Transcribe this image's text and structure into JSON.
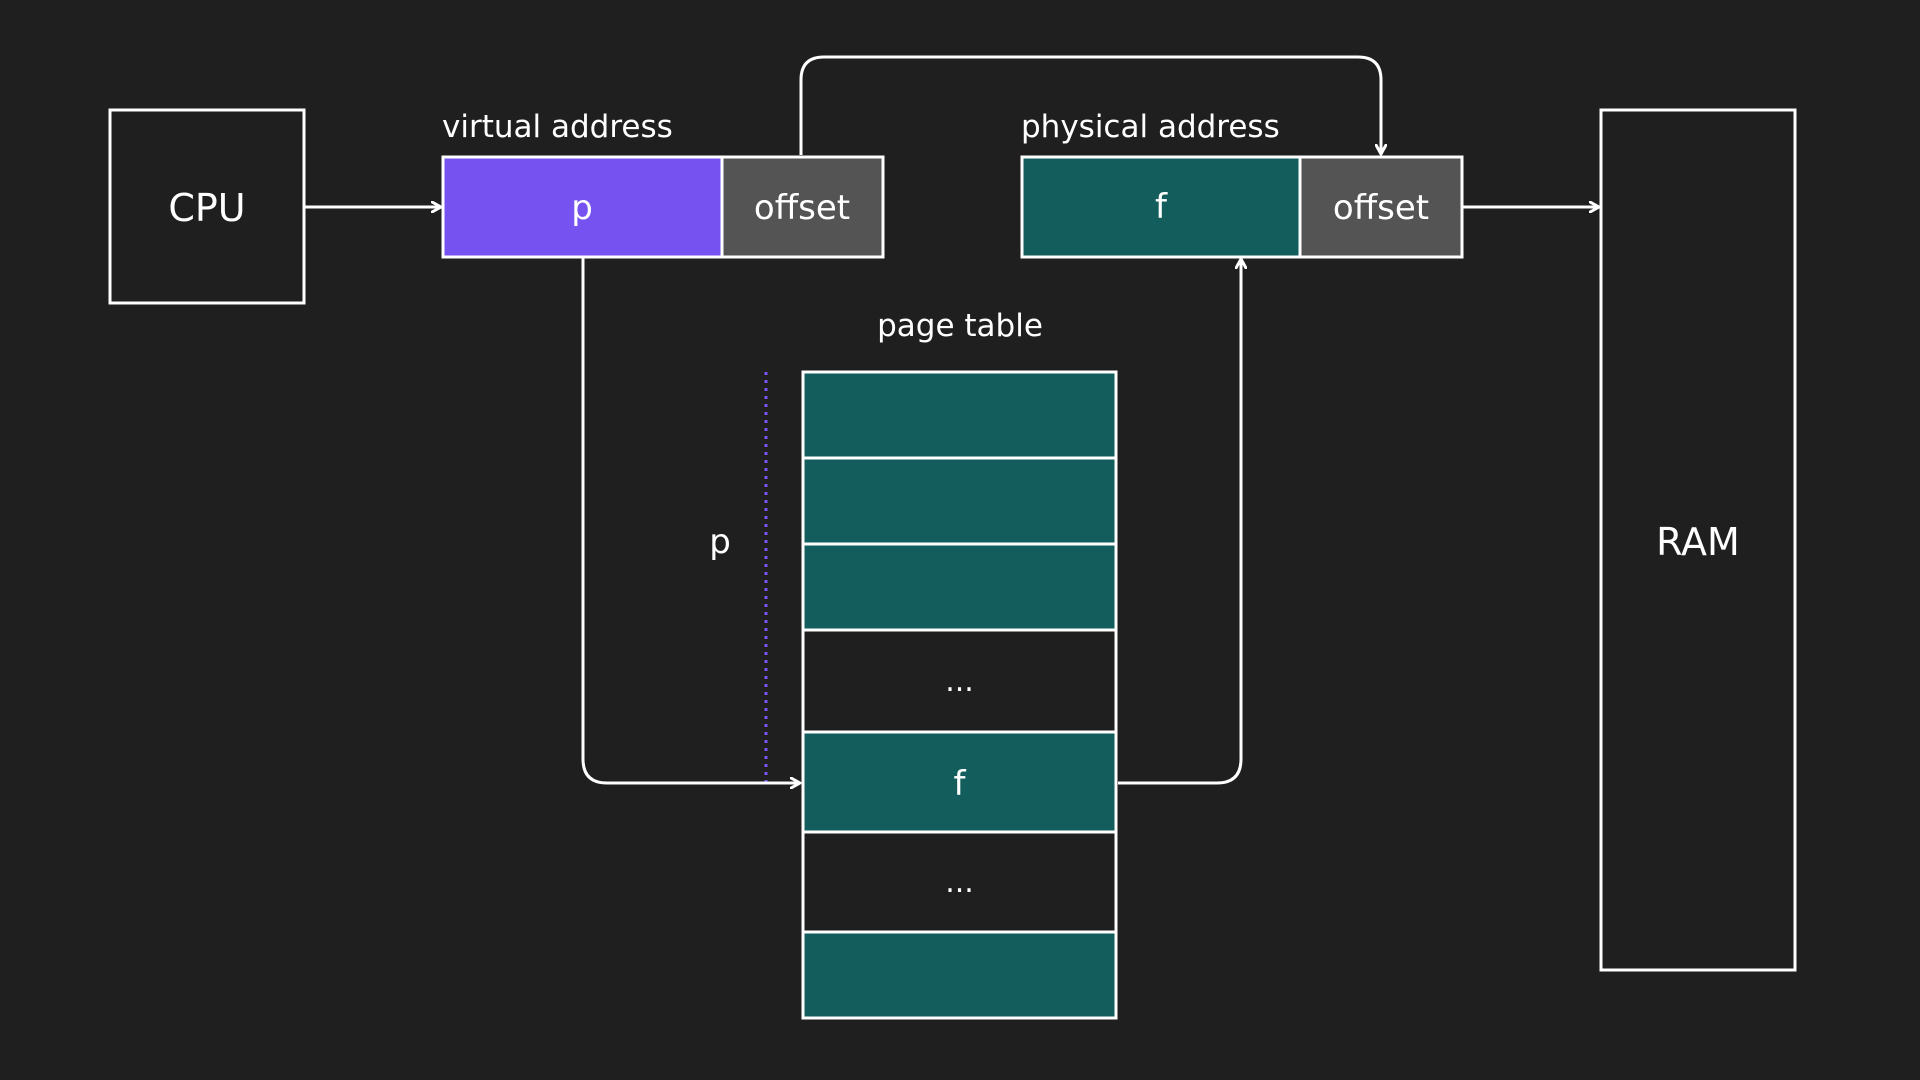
{
  "colors": {
    "background": "#1f1f1f",
    "page_number": "#7652f0",
    "frame": "#135e5c",
    "offset": "#545454",
    "outline": "#ffffff",
    "p_index_line": "#7a54ee"
  },
  "cpu": {
    "label": "CPU"
  },
  "ram": {
    "label": "RAM"
  },
  "virtual_address": {
    "caption": "virtual address",
    "page_label": "p",
    "offset_label": "offset"
  },
  "physical_address": {
    "caption": "physical address",
    "frame_label": "f",
    "offset_label": "offset"
  },
  "page_table": {
    "caption": "page table",
    "index_label": "p",
    "rows": [
      {
        "label": "",
        "kind": "frame"
      },
      {
        "label": "",
        "kind": "frame"
      },
      {
        "label": "",
        "kind": "frame"
      },
      {
        "label": "...",
        "kind": "ellipsis"
      },
      {
        "label": "f",
        "kind": "frame"
      },
      {
        "label": "...",
        "kind": "ellipsis"
      },
      {
        "label": "",
        "kind": "frame"
      }
    ]
  }
}
